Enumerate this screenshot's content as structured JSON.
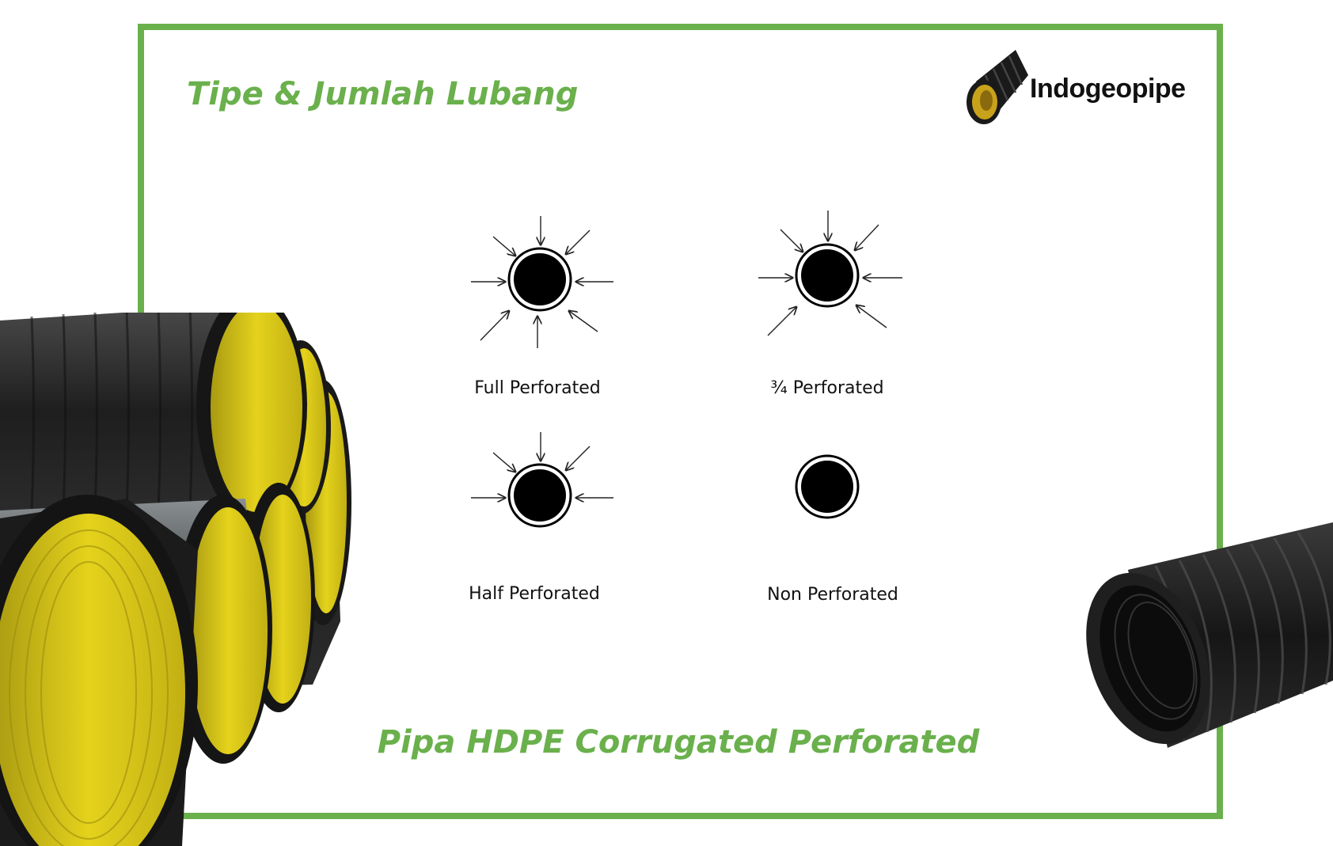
{
  "heading": "Tipe & Jumlah Lubang",
  "brand": {
    "name": "Indogeopipe"
  },
  "diagrams": [
    {
      "label": "Full Perforated"
    },
    {
      "label": "¾ Perforated"
    },
    {
      "label": "Half Perforated"
    },
    {
      "label": "Non Perforated"
    }
  ],
  "footer_title": "Pipa HDPE Corrugated Perforated",
  "colors": {
    "accent_green": "#6ab04c",
    "pipe_black": "#1a1a1a",
    "pipe_yellow": "#e2cf1a",
    "hole": "#000000"
  },
  "icons": {
    "logo": "corrugated-pipe-logo-icon",
    "left_photo": "stacked-yellow-lined-pipes-photo",
    "right_photo": "black-corrugated-pipe-photo"
  }
}
